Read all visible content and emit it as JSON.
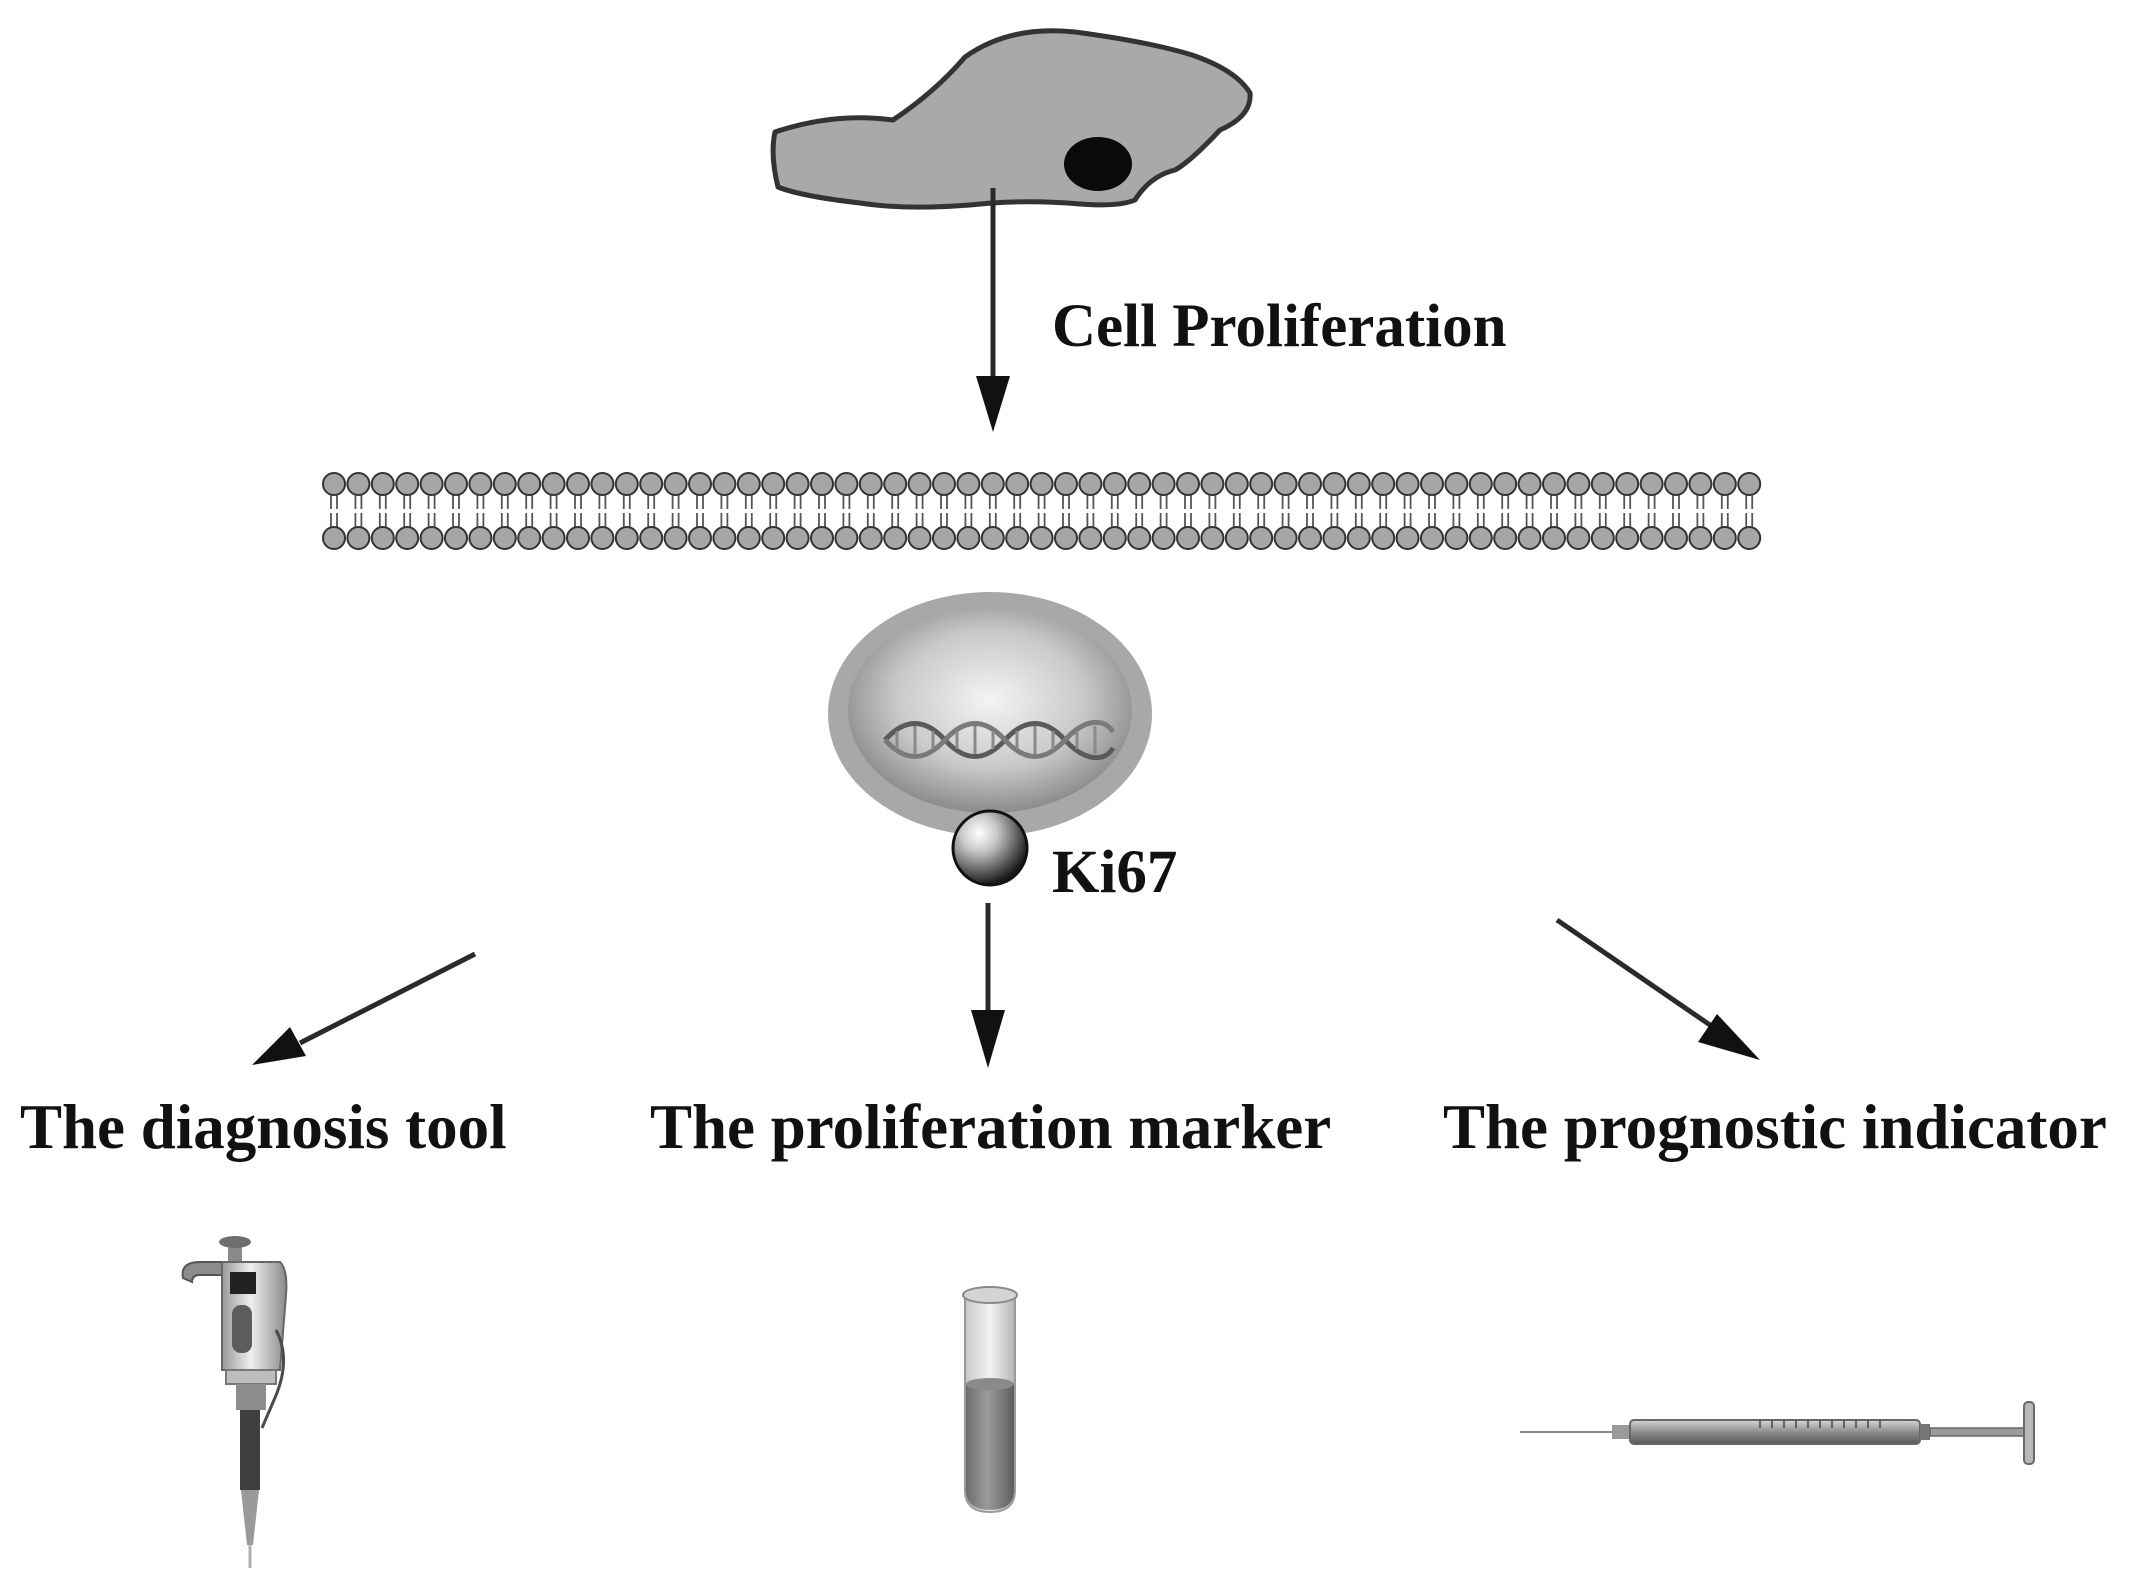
{
  "labels": {
    "cell_proliferation": "Cell Proliferation",
    "ki67": "Ki67",
    "diagnosis_tool": "The diagnosis tool",
    "proliferation_marker": "The proliferation marker",
    "prognostic_indicator": "The prognostic indicator"
  },
  "colors": {
    "cell_fill": "#a9a9a9",
    "outline": "#333333",
    "membrane_head": "#a6a6a6",
    "nucleus_rim": "#a8a8a8",
    "text": "#111111"
  },
  "icons": [
    "cell-icon",
    "lipid-bilayer-membrane",
    "nucleus-icon",
    "dna-helix-icon",
    "ki67-protein-sphere",
    "pipette-icon",
    "test-tube-icon",
    "syringe-icon"
  ]
}
